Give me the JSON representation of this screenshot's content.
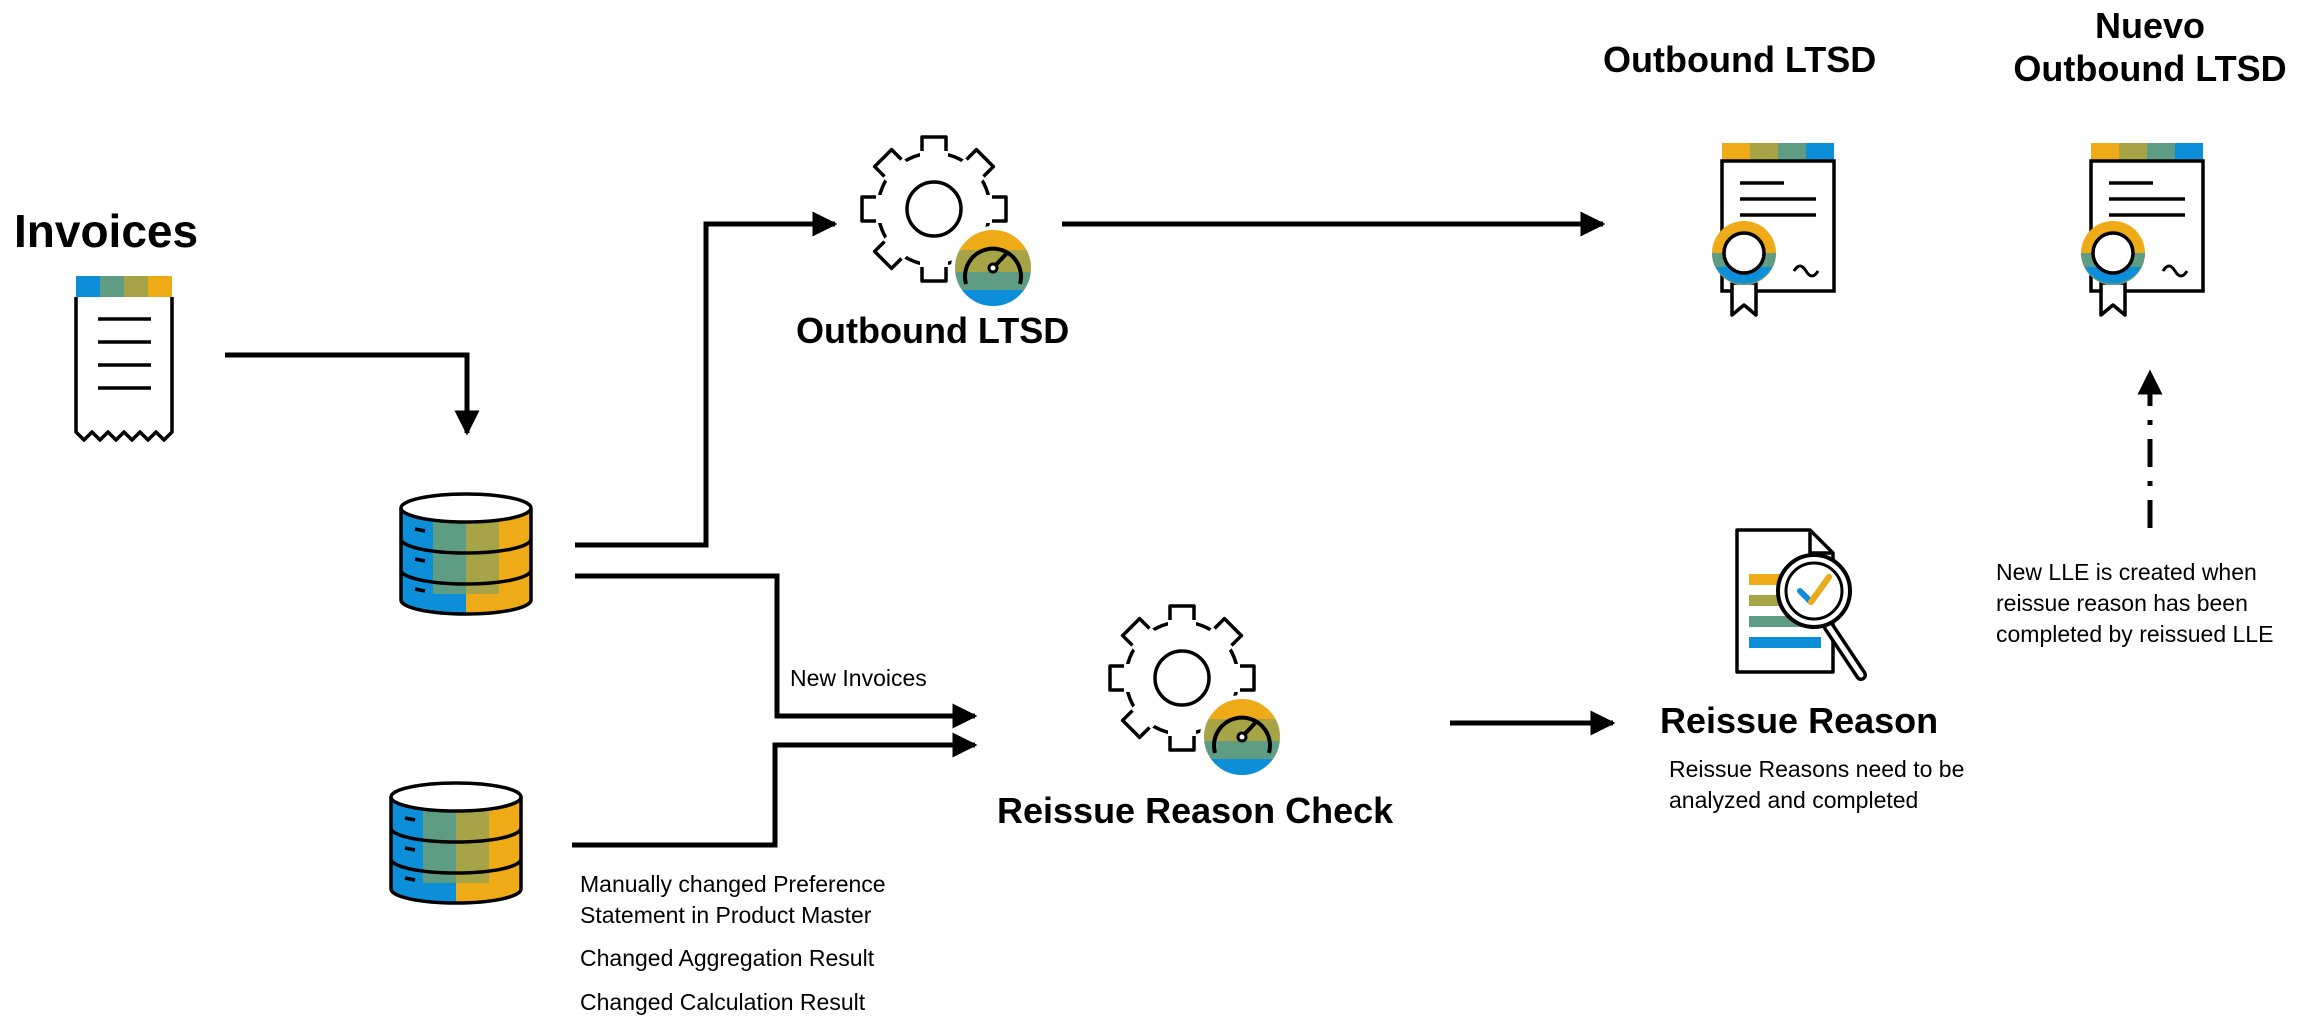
{
  "colors": {
    "blue": "#0c8fd8",
    "teal": "#5f9c84",
    "olive": "#a6a447",
    "gold": "#efab17",
    "stroke": "#000000"
  },
  "labels": {
    "invoices": "Invoices",
    "outbound_ltsd_process": "Outbound LTSD",
    "outbound_ltsd_doc": "Outbound LTSD",
    "nuevo_line1": "Nuevo",
    "nuevo_line2": "Outbound LTSD",
    "new_invoices": "New Invoices",
    "reissue_reason_check": "Reissue Reason Check",
    "reissue_reason": "Reissue Reason",
    "reissue_reason_note_line1": "Reissue Reasons need to be",
    "reissue_reason_note_line2": "analyzed and completed",
    "new_lle_line1": "New LLE is created when",
    "new_lle_line2": "reissue reason has been",
    "new_lle_line3": "completed by reissued LLE",
    "manual_line1": "Manually changed Preference",
    "manual_line2": "Statement in Product Master",
    "changed_aggregation": "Changed Aggregation Result",
    "changed_calculation": "Changed Calculation Result"
  },
  "icons": [
    "receipt-icon",
    "database-icon",
    "gear-gauge-icon",
    "certificate-icon",
    "document-magnifier-icon"
  ]
}
